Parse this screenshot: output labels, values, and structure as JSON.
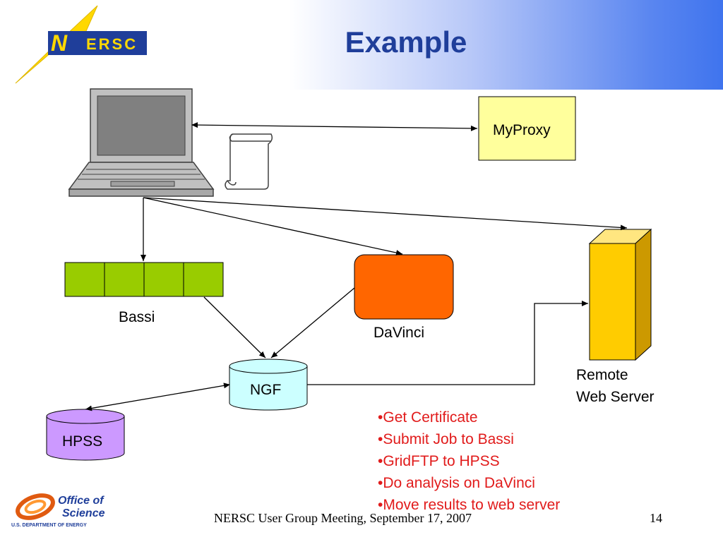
{
  "slide": {
    "title": "Example",
    "page_number": "14"
  },
  "logo": {
    "text": "ERSC",
    "initial": "N"
  },
  "doe_logo": {
    "line1": "Office of",
    "line2": "Science",
    "line3": "U.S. DEPARTMENT OF ENERGY"
  },
  "diagram": {
    "nodes": {
      "myproxy": "MyProxy",
      "bassi": "Bassi",
      "davinci": "DaVinci",
      "ngf": "NGF",
      "hpss": "HPSS",
      "remote_line1": "Remote",
      "remote_line2": "Web Server"
    },
    "icons": [
      "laptop-icon",
      "scroll-icon",
      "server-tower-icon"
    ],
    "colors": {
      "myproxy": "#ffff9c",
      "bassi": "#99cc00",
      "davinci": "#ff6600",
      "ngf": "#ccffff",
      "hpss": "#cc99ff",
      "server_front": "#ffcc00",
      "server_side": "#cc9900"
    }
  },
  "steps": [
    "Get Certificate",
    "Submit Job to Bassi",
    "GridFTP to HPSS",
    "Do analysis on DaVinci",
    "Move results to web server"
  ],
  "footer": {
    "text": "NERSC User Group Meeting, September 17, 2007"
  }
}
